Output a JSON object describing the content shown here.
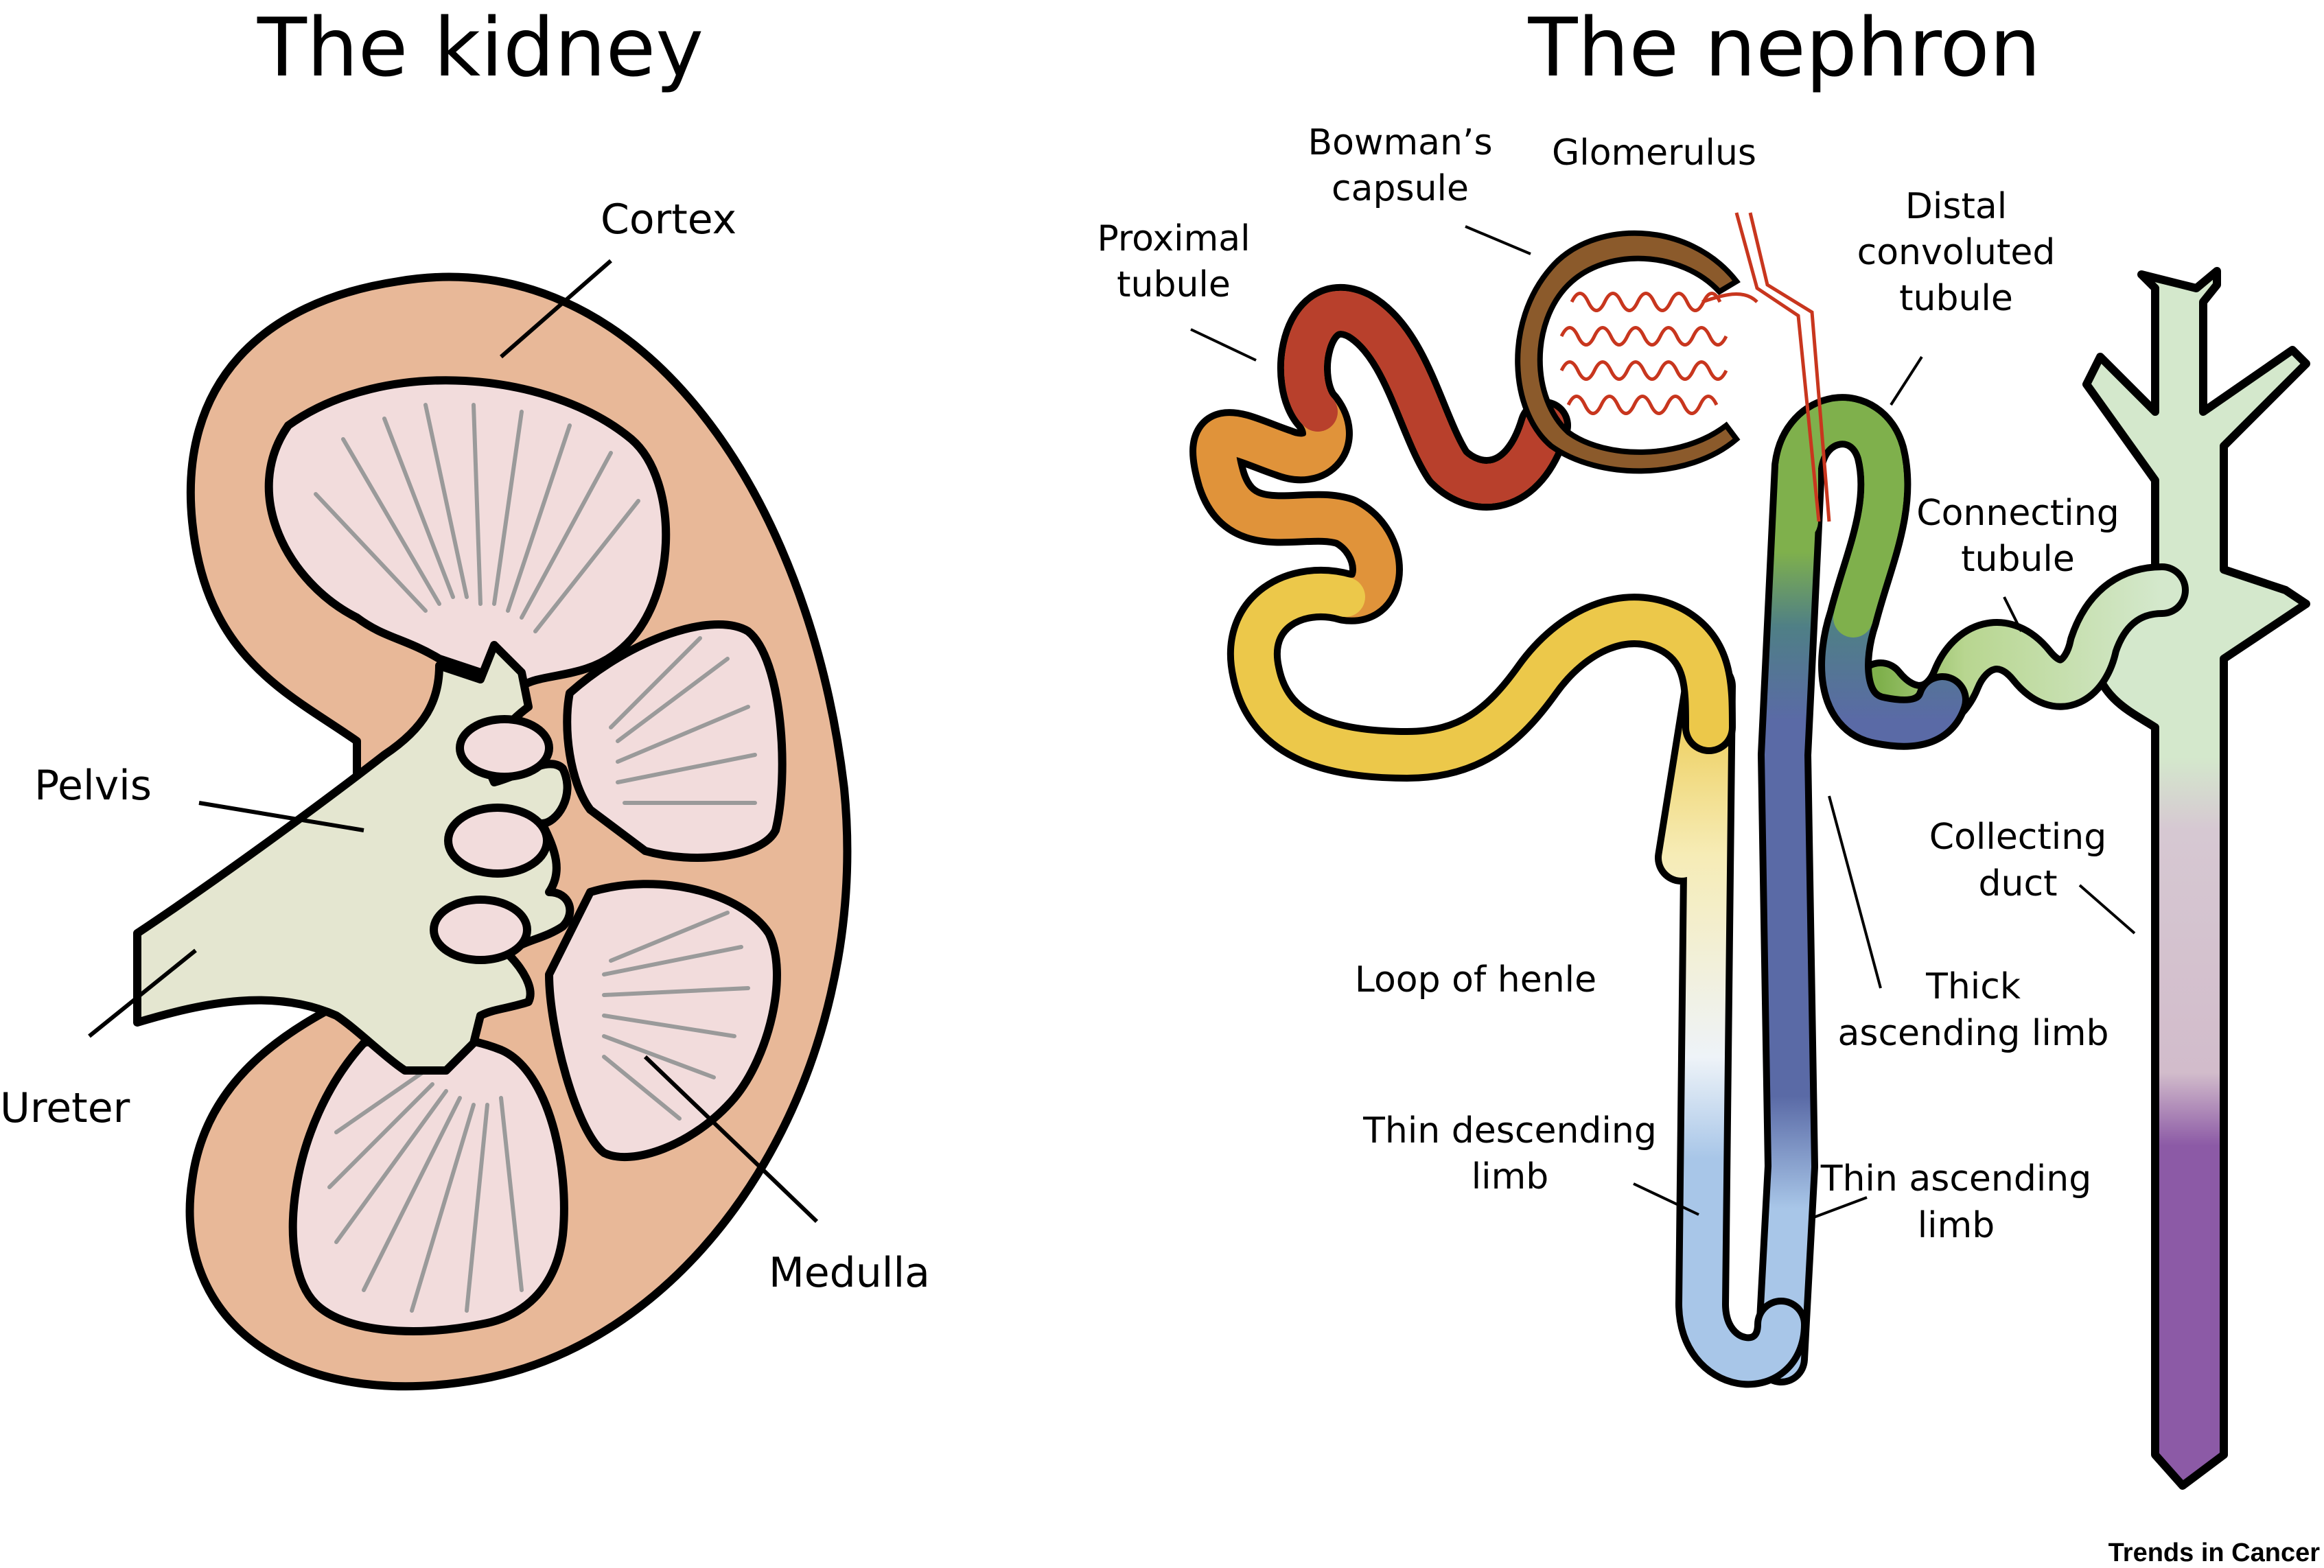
{
  "titles": {
    "kidney": "The kidney",
    "nephron": "The nephron"
  },
  "kidney_labels": {
    "cortex": "Cortex",
    "pelvis": "Pelvis",
    "ureter": "Ureter",
    "medulla": "Medulla"
  },
  "nephron_labels": {
    "bowmans_1": "Bowman’s",
    "bowmans_2": "capsule",
    "glomerulus": "Glomerulus",
    "proximal_1": "Proximal",
    "proximal_2": "tubule",
    "distal_1": "Distal",
    "distal_2": "convoluted",
    "distal_3": "tubule",
    "connecting_1": "Connecting",
    "connecting_2": "tubule",
    "collecting_1": "Collecting",
    "collecting_2": "duct",
    "loop": "Loop of henle",
    "thick_1": "Thick",
    "thick_2": "ascending limb",
    "thin_desc_1": "Thin descending",
    "thin_desc_2": "limb",
    "thin_asc_1": "Thin ascending",
    "thin_asc_2": "limb"
  },
  "credit": "Trends in Cancer",
  "colors": {
    "cortex": "#e8b898",
    "medulla": "#f2dcdc",
    "pelvis": "#e4e6d0",
    "bowmans_capsule": "#8b5a2b",
    "glomerulus": "#c8361e",
    "proximal_red": "#b8402c",
    "proximal_orange": "#e0933a",
    "proximal_yellow": "#ecc84a",
    "thin_limb": "#a8c6e8",
    "thick_ascending_blue": "#5a6aa6",
    "distal_green": "#7fb04c",
    "connecting_light_green": "#cfe3a6",
    "collecting_top": "#d4e8cc",
    "collecting_mid": "#d2bccb",
    "collecting_bottom": "#8c5aa6"
  }
}
